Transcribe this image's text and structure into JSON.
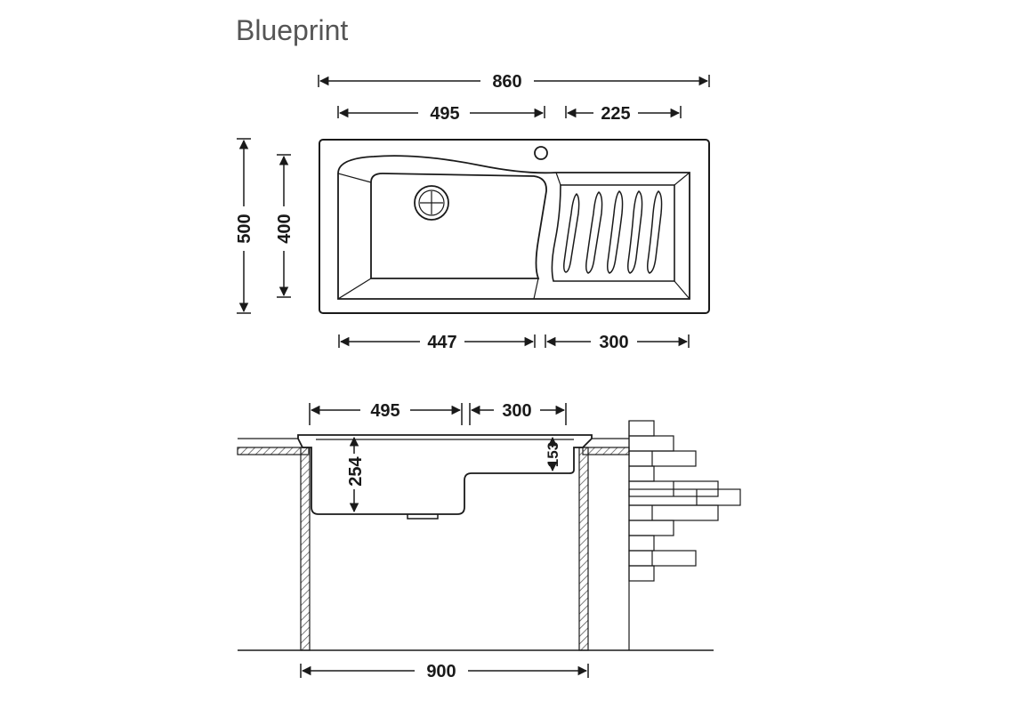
{
  "page": {
    "title": "Blueprint"
  },
  "top_view": {
    "overall_width": "860",
    "bowl_width_top": "495",
    "drainer_width_top": "225",
    "overall_depth": "500",
    "bowl_depth": "400",
    "bowl_width_bottom": "447",
    "drainer_width_bottom": "300"
  },
  "side_view": {
    "bowl_width": "495",
    "drainer_width": "300",
    "bowl_height": "254",
    "drainer_height": "153",
    "cabinet_width": "900"
  }
}
